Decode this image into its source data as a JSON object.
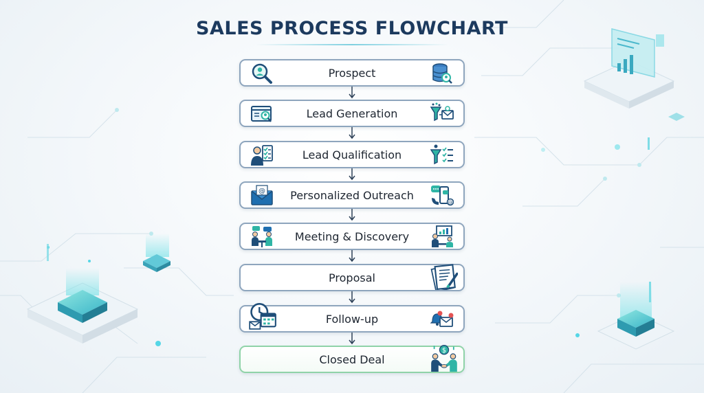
{
  "title": "SALES PROCESS FLOWCHART",
  "colors": {
    "title": "#1c3a5e",
    "box_border": "#8ea5bd",
    "final_border": "#8fd3a8",
    "icon_navy": "#1f4e79",
    "icon_teal": "#2fb5a5",
    "arrow": "#2d4057"
  },
  "steps": [
    {
      "label": "Prospect",
      "icon_left": "magnifier-person-icon",
      "icon_right": "database-search-icon"
    },
    {
      "label": "Lead Generation",
      "icon_left": "web-profile-icon",
      "icon_right": "funnel-email-icon"
    },
    {
      "label": "Lead Qualification",
      "icon_left": "person-checklist-icon",
      "icon_right": "funnel-checklist-icon"
    },
    {
      "label": "Personalized Outreach",
      "icon_left": "envelope-at-icon",
      "icon_right": "chat-phone-icon"
    },
    {
      "label": "Meeting & Discovery",
      "icon_left": "meeting-people-icon",
      "icon_right": "presentation-meeting-icon"
    },
    {
      "label": "Proposal",
      "icon_left": "",
      "icon_right": "document-pen-icon"
    },
    {
      "label": "Follow-up",
      "icon_left": "clock-calendar-icon",
      "icon_right": "bell-mail-icon"
    },
    {
      "label": "Closed Deal",
      "icon_left": "",
      "icon_right": "handshake-dollar-icon"
    }
  ]
}
